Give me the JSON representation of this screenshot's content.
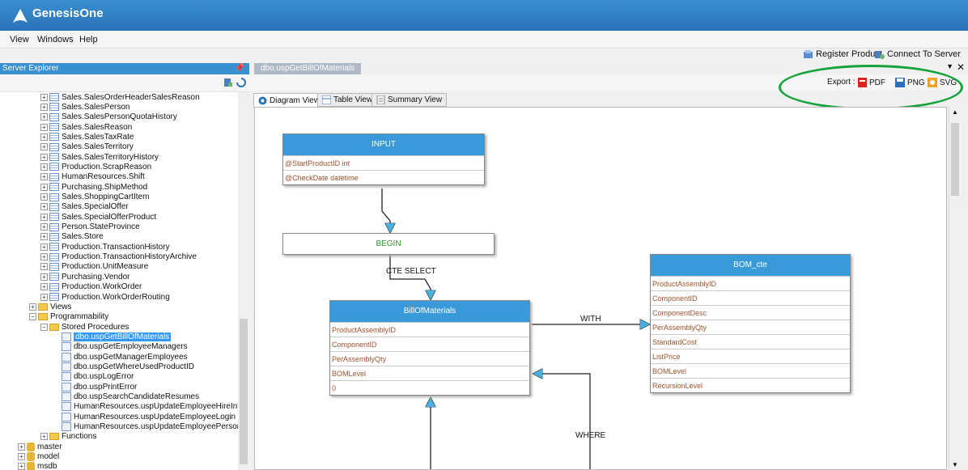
{
  "app": {
    "title": "GenesisOne"
  },
  "menu": [
    "View",
    "Windows",
    "Help"
  ],
  "toolbar": {
    "register": "Register Product",
    "connect": "Connect To Server"
  },
  "explorer": {
    "title": "Server Explorer",
    "tables": [
      "Sales.SalesOrderHeaderSalesReason",
      "Sales.SalesPerson",
      "Sales.SalesPersonQuotaHistory",
      "Sales.SalesReason",
      "Sales.SalesTaxRate",
      "Sales.SalesTerritory",
      "Sales.SalesTerritoryHistory",
      "Production.ScrapReason",
      "HumanResources.Shift",
      "Purchasing.ShipMethod",
      "Sales.ShoppingCartItem",
      "Sales.SpecialOffer",
      "Sales.SpecialOfferProduct",
      "Person.StateProvince",
      "Sales.Store",
      "Production.TransactionHistory",
      "Production.TransactionHistoryArchive",
      "Production.UnitMeasure",
      "Purchasing.Vendor",
      "Production.WorkOrder",
      "Production.WorkOrderRouting"
    ],
    "views": "Views",
    "programmability": "Programmability",
    "stored_procedures": "Stored Procedures",
    "procedures": [
      "dbo.uspGetBillOfMaterials",
      "dbo.uspGetEmployeeManagers",
      "dbo.uspGetManagerEmployees",
      "dbo.uspGetWhereUsedProductID",
      "dbo.uspLogError",
      "dbo.uspPrintError",
      "dbo.uspSearchCandidateResumes",
      "HumanResources.uspUpdateEmployeeHireInfo",
      "HumanResources.uspUpdateEmployeeLogin",
      "HumanResources.uspUpdateEmployeePersonalInfo"
    ],
    "functions": "Functions",
    "databases": [
      "master",
      "model",
      "msdb"
    ]
  },
  "document": {
    "tab": "dbo.uspGetBillOfMaterials"
  },
  "export": {
    "label": "Export :",
    "pdf": "PDF",
    "png": "PNG",
    "svg": "SVG"
  },
  "views": {
    "diagram": "Diagram View",
    "table": "Table View",
    "summary": "Summary View"
  },
  "diagram": {
    "input": {
      "title": "INPUT",
      "fields": [
        "@StartProductID int",
        "@CheckDate datetime"
      ]
    },
    "begin": "BEGIN",
    "cte_select": "CTE SELECT",
    "bom": {
      "title": "BillOfMaterials",
      "fields": [
        "ProductAssemblyID",
        "ComponentID",
        "PerAssemblyQty",
        "BOMLevel",
        "0"
      ]
    },
    "with": "WITH",
    "where": "WHERE",
    "bom_cte": {
      "title": "BOM_cte",
      "fields": [
        "ProductAssemblyID",
        "ComponentID",
        "ComponentDesc",
        "PerAssemblyQty",
        "StandardCost",
        "ListPrice",
        "BOMLevel",
        "RecursionLevel"
      ]
    }
  },
  "colors": {
    "accent": "#3a9ad9",
    "field_text": "#a0522d",
    "highlight": "#17a33c"
  }
}
